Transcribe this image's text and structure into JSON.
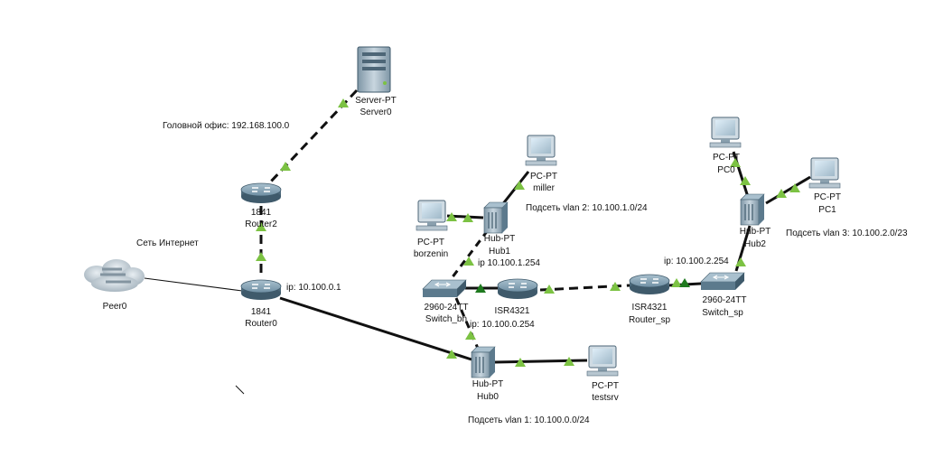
{
  "notes": {
    "head_office": "Головной офис: 192.168.100.0",
    "internet": "Сеть Интернет",
    "ip_router0": "ip: 10.100.0.1",
    "vlan2": "Подсеть vlan 2: 10.100.1.0/24",
    "ip_vlan2_gw": "ip 10.100.1.254",
    "ip_vlan3_gw": "ip: 10.100.2.254",
    "vlan3": "Подсеть vlan 3: 10.100.2.0/23",
    "ip_vlan1_gw": "ip: 10.100.0.254",
    "vlan1": "Подсеть vlan 1: 10.100.0.0/24"
  },
  "devices": {
    "server0": {
      "model": "Server-PT",
      "name": "Server0"
    },
    "router2": {
      "model": "1841",
      "name": "Router2"
    },
    "router0": {
      "model": "1841",
      "name": "Router0"
    },
    "peer0": {
      "name": "Peer0"
    },
    "pc_miller": {
      "model": "PC-PT",
      "name": "miller"
    },
    "pc_borzenin": {
      "model": "PC-PT",
      "name": "borzenin"
    },
    "hub1": {
      "model": "Hub-PT",
      "name": "Hub1"
    },
    "switch_bh": {
      "model": "2960-24TT",
      "name": "Switch_bh"
    },
    "router_isr": {
      "model": "ISR4321",
      "name": ""
    },
    "router_sp": {
      "model": "ISR4321",
      "name": "Router_sp"
    },
    "switch_sp": {
      "model": "2960-24TT",
      "name": "Switch_sp"
    },
    "hub0": {
      "model": "Hub-PT",
      "name": "Hub0"
    },
    "pc_testsrv": {
      "model": "PC-PT",
      "name": "testsrv"
    },
    "pc0": {
      "model": "PC-PT",
      "name": "PC0"
    },
    "pc1": {
      "model": "PC-PT",
      "name": "PC1"
    },
    "hub2": {
      "model": "Hub-PT",
      "name": "Hub2"
    }
  },
  "colors": {
    "link": "#111111",
    "port_up": "#7cc243",
    "port_dark": "#1f7a1f",
    "router": "#6f8fa3",
    "device_face": "#d9e3ea"
  }
}
